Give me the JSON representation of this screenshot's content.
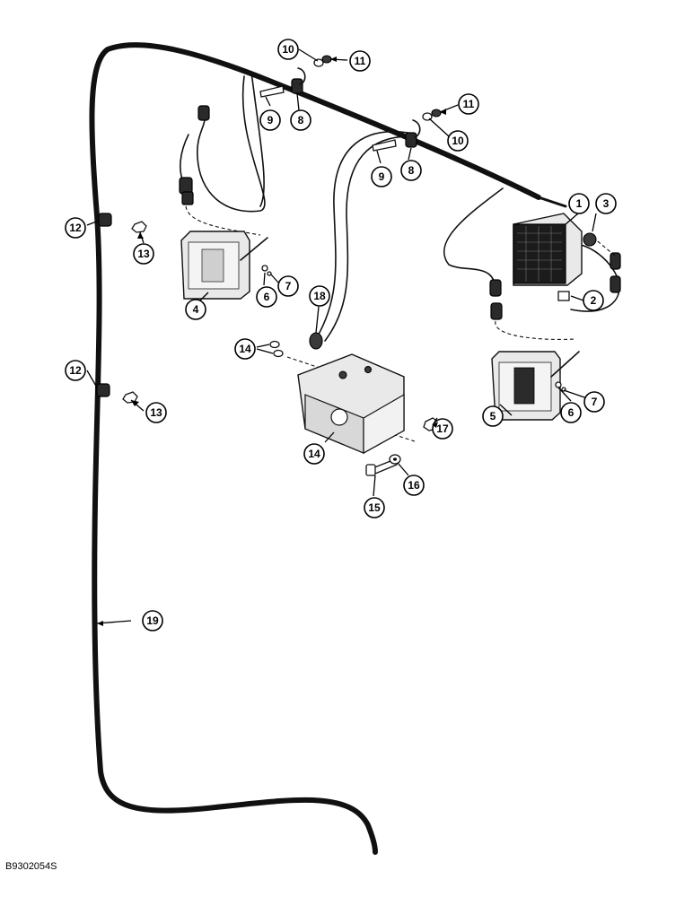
{
  "figure_code": "B9302054S",
  "callouts": [
    "1",
    "2",
    "3",
    "4",
    "5",
    "6",
    "7",
    "8",
    "9",
    "10",
    "11",
    "12",
    "13",
    "14",
    "15",
    "16",
    "17",
    "18",
    "19",
    "6",
    "7",
    "8",
    "9",
    "10",
    "11",
    "12",
    "13",
    "14"
  ]
}
